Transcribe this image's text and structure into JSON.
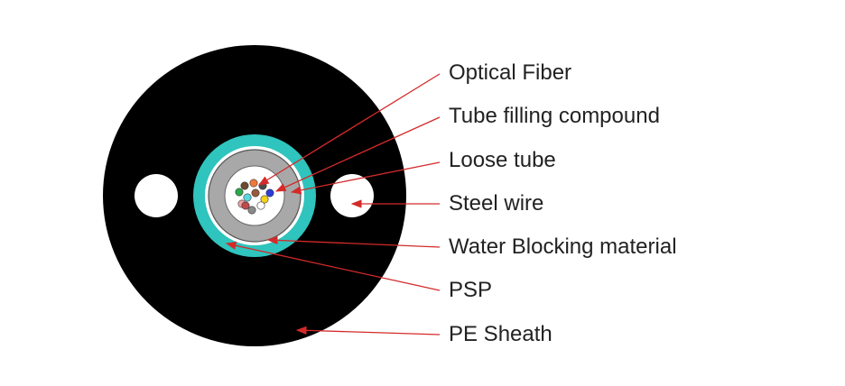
{
  "labels": [
    {
      "id": "optical-fiber",
      "text": "Optical Fiber"
    },
    {
      "id": "tube-filling-compound",
      "text": "Tube filling compound"
    },
    {
      "id": "loose-tube",
      "text": "Loose tube"
    },
    {
      "id": "steel-wire",
      "text": "Steel wire"
    },
    {
      "id": "water-blocking-material",
      "text": "Water Blocking material"
    },
    {
      "id": "psp",
      "text": "PSP"
    },
    {
      "id": "pe-sheath",
      "text": "PE Sheath"
    }
  ],
  "colors": {
    "sheath": "#000000",
    "psp": "#2fc4bd",
    "water_blocking": "#ffffff",
    "loose_tube": "#a8a8a8",
    "filling": "#ffffff",
    "arrow": "#d42a2a",
    "fibers": [
      "#6b4a2e",
      "#f07a3a",
      "#4a4a4a",
      "#2aa84a",
      "#2c3cd8",
      "#f2d21a",
      "#9a5a3a",
      "#5ad8e0",
      "#f0a0a0",
      "#ffffff",
      "#8a8a8a",
      "#c04a4a"
    ]
  }
}
